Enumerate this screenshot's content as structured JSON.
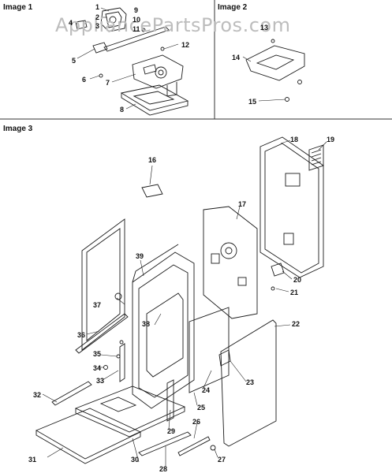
{
  "watermark": "AppliancePartsPros.com",
  "panels": [
    {
      "id": "image1",
      "title": "Image 1"
    },
    {
      "id": "image2",
      "title": "Image 2"
    },
    {
      "id": "image3",
      "title": "Image 3"
    }
  ],
  "callouts": [
    "1",
    "2",
    "3",
    "4",
    "5",
    "6",
    "7",
    "8",
    "9",
    "10",
    "11",
    "12",
    "13",
    "14",
    "15",
    "16",
    "17",
    "18",
    "19",
    "20",
    "21",
    "22",
    "23",
    "24",
    "25",
    "26",
    "27",
    "28",
    "29",
    "30",
    "31",
    "32",
    "33",
    "34",
    "35",
    "36",
    "37",
    "38"
  ],
  "colors": {
    "line": "#1a1a1a",
    "watermark": "#bdbdbd",
    "background": "#ffffff"
  }
}
